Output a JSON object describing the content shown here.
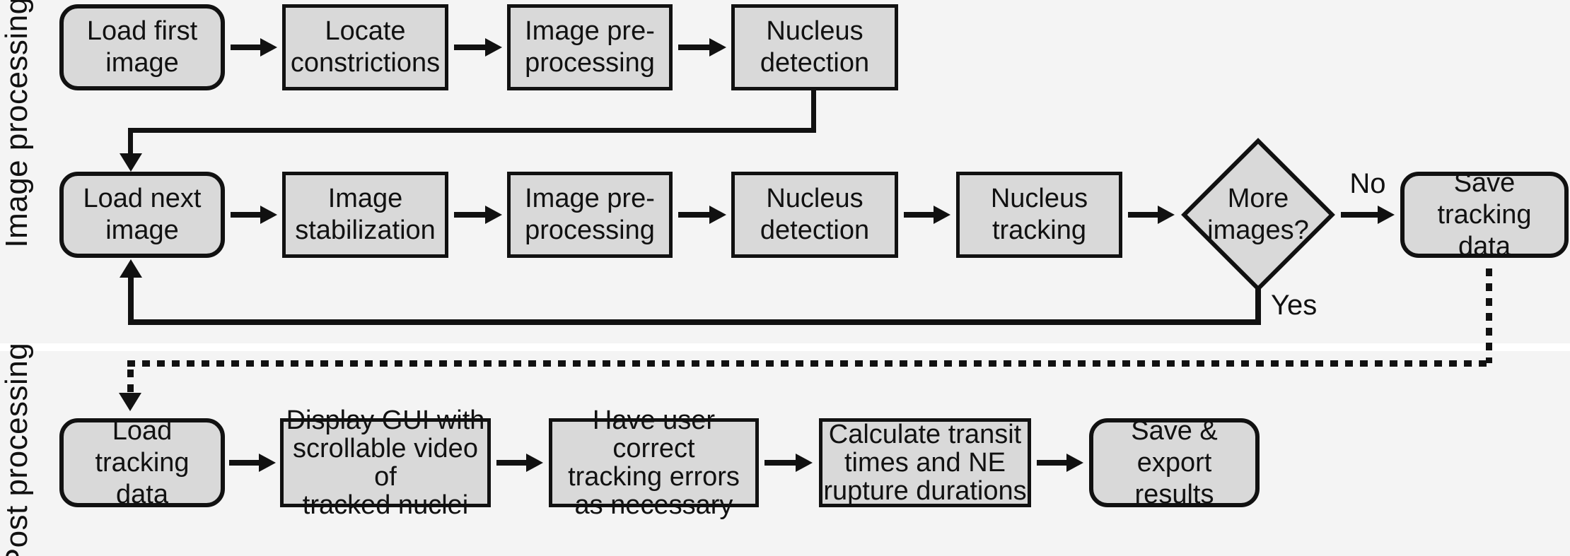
{
  "sections": [
    {
      "id": "image-processing",
      "label": "Image processing"
    },
    {
      "id": "post-processing",
      "label": "Post processing"
    }
  ],
  "nodes": {
    "load_first_image": {
      "label": "Load first\nimage",
      "shape": "rounded"
    },
    "locate_constrictions": {
      "label": "Locate\nconstrictions",
      "shape": "rect"
    },
    "image_preprocessing_1": {
      "label": "Image pre-\nprocessing",
      "shape": "rect"
    },
    "nucleus_detection_1": {
      "label": "Nucleus\ndetection",
      "shape": "rect"
    },
    "load_next_image": {
      "label": "Load next\nimage",
      "shape": "rounded"
    },
    "image_stabilization": {
      "label": "Image\nstabilization",
      "shape": "rect"
    },
    "image_preprocessing_2": {
      "label": "Image pre-\nprocessing",
      "shape": "rect"
    },
    "nucleus_detection_2": {
      "label": "Nucleus\ndetection",
      "shape": "rect"
    },
    "nucleus_tracking": {
      "label": "Nucleus\ntracking",
      "shape": "rect"
    },
    "more_images": {
      "label": "More\nimages?",
      "shape": "diamond"
    },
    "save_tracking_data": {
      "label": "Save tracking\ndata",
      "shape": "rounded"
    },
    "load_tracking_data": {
      "label": "Load tracking\ndata",
      "shape": "rounded"
    },
    "display_gui": {
      "label": "Display GUI with\nscrollable video of\ntracked nuclei",
      "shape": "rect"
    },
    "correct_errors": {
      "label": "Have user correct\ntracking errors\nas necessary",
      "shape": "rect"
    },
    "calculate_transit": {
      "label": "Calculate transit\ntimes and NE\nrupture durations",
      "shape": "rect"
    },
    "save_export": {
      "label": "Save & export\nresults",
      "shape": "rounded"
    }
  },
  "edge_labels": {
    "no": "No",
    "yes": "Yes"
  },
  "colors": {
    "background": "#f4f4f4",
    "node_fill": "#d9d9d9",
    "stroke": "#111111",
    "divider": "#ffffff"
  }
}
